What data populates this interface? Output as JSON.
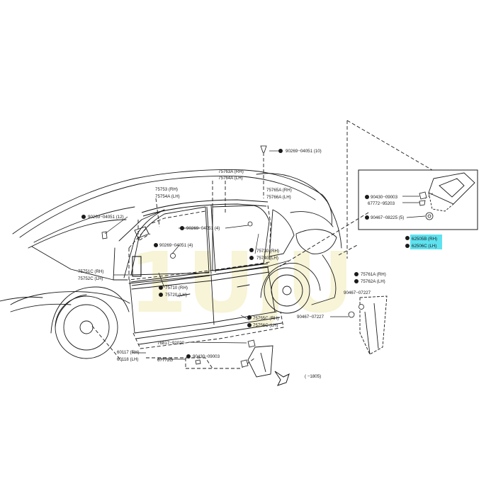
{
  "diagram": {
    "watermark": "1UJU",
    "highlight_color": "#5ee2f0",
    "labels": {
      "p90269_04051_10": "90269−04051 (10)",
      "p75763A_rh": "75763A (RH)",
      "p75764A_lh": "75764A (LH)",
      "p75753_rh": "75753 (RH)",
      "p75754A_lh": "75754A (LH)",
      "p75765A_rh": "75765A (RH)",
      "p75766A_lh": "75766A (LH)",
      "p90269_04051_12": "90269−04051 (12)",
      "p90269_04051_4a": "90269−04051 (4)",
      "p90269_04051_4b": "90269−04051 (4)",
      "p75751C_rh": "75751C (RH)",
      "p75752C_lh": "75752C (LH)",
      "p75730_rh": "75730 (RH)",
      "p75740_lh": "75740 (LH)",
      "p75710_rh": "75710 (RH)",
      "p75720_lh": "75720 (LH)",
      "p90430_09003_box": "90430−09003",
      "p67772_95203": "67772−95203",
      "p90467_08225": "90467−08225 (5)",
      "p62505B_rh": "62505B (RH)",
      "p62506C_lh": "62506C (LH)",
      "p75761A_rh": "75761A (RH)",
      "p75762A_lh": "75762A (LH)",
      "p90467_07227a": "90467−07227",
      "p90467_07227b": "90467−07227",
      "p75755C_rh": "75755C (RH)",
      "p75756C_lh": "75756C (LH)",
      "p76817_92020": "76817−92020",
      "p60117_rh": "60117 (RH)",
      "p60118_lh": "60118 (LH)",
      "p67772G": "67772G",
      "p90430_09003": "90430−09003",
      "p_1805": "(      −1805)"
    }
  }
}
